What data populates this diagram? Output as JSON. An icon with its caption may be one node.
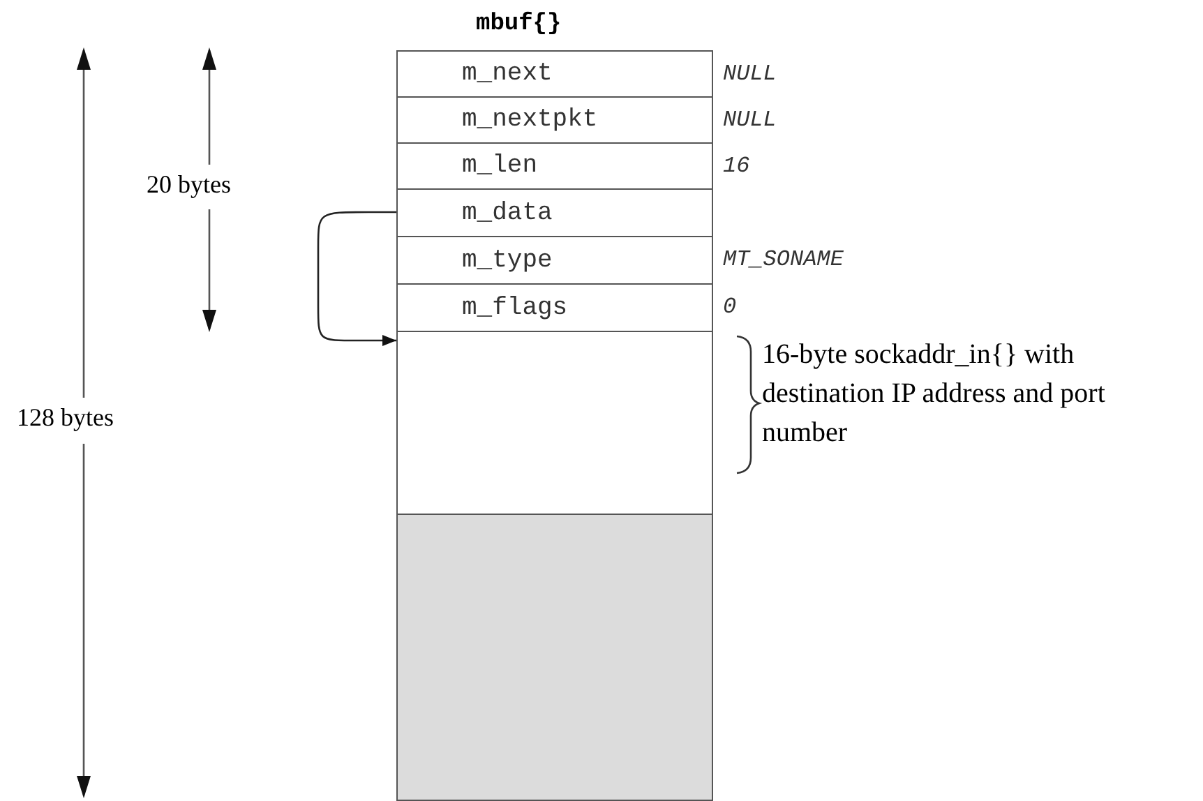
{
  "diagram": {
    "nodes": [
      {
        "text": [
          "mbuf{}"
        ]
      },
      {
        "text": [
          "m_next"
        ],
        "in": 0,
        "beside": [
          "NULL"
        ]
      },
      {
        "text": [
          "m_nextpkt"
        ],
        "in": 0,
        "beside": [
          "NULL"
        ]
      },
      {
        "text": [
          "m_len"
        ],
        "in": 0,
        "beside": [
          "16"
        ]
      },
      {
        "text": [
          "m_data"
        ],
        "in": 0
      },
      {
        "text": [
          "m_type"
        ],
        "in": 0,
        "beside": [
          "MT_SONAME"
        ]
      },
      {
        "text": [
          "m_flags"
        ],
        "in": 0,
        "beside": [
          "0"
        ]
      },
      {
        "text": [],
        "shape": "box",
        "in": 0,
        "beside": [
          "16-byte sockaddr_in{} with destination IP address and port number"
        ]
      },
      {
        "text": [],
        "shape": "box",
        "in": 0
      }
    ],
    "edges": [
      {
        "from": 4,
        "to": 7,
        "arrow": "to"
      }
    ],
    "labels": [
      "20 bytes",
      "128 bytes"
    ]
  }
}
